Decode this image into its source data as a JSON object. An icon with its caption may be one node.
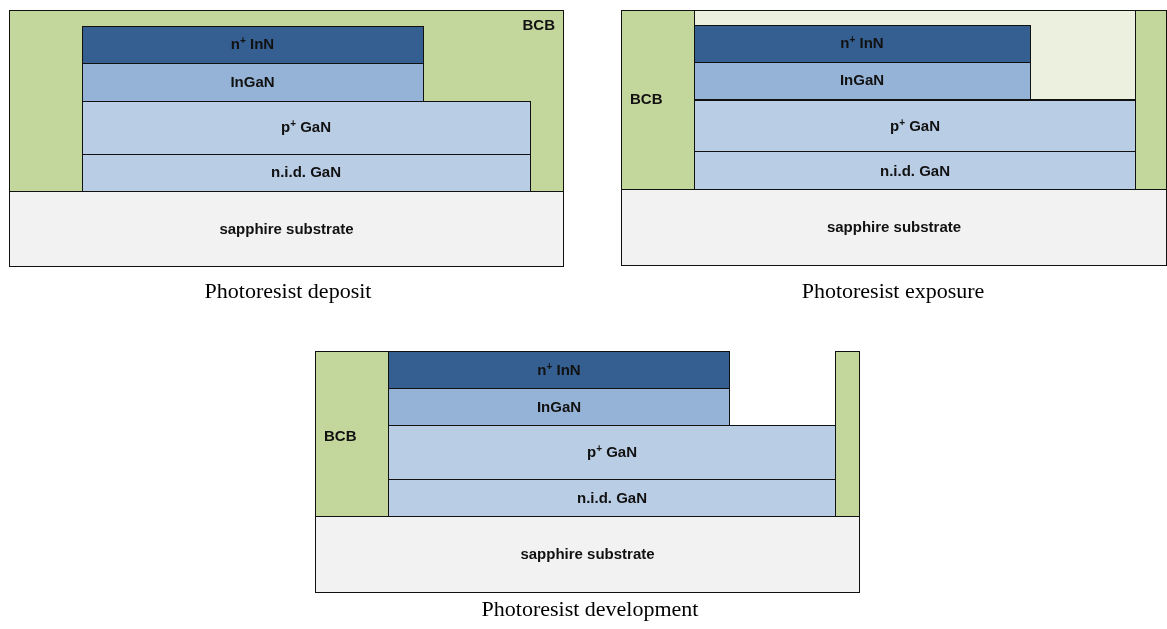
{
  "diagram": {
    "nodes": [
      {
        "text": [
          "BCB"
        ]
      },
      {
        "text": [
          "n$^{+}$ InN"
        ],
        "in": 0
      },
      {
        "text": [
          "InGaN"
        ],
        "in": 0
      },
      {
        "text": [
          "p$^{+}$ GaN"
        ],
        "in": 0
      },
      {
        "text": [
          "n.i.d. GaN"
        ],
        "in": 0
      },
      {
        "text": [
          "sapphire substrate"
        ]
      },
      {
        "text": [
          "BCB"
        ]
      },
      {
        "text": [],
        "shape": "box"
      },
      {
        "text": [
          "n$^{+}$ InN"
        ],
        "in": 7
      },
      {
        "text": [
          "InGaN"
        ],
        "in": 7
      },
      {
        "text": [
          "p$^{+}$ GaN"
        ]
      },
      {
        "text": [
          "n.i.d. GaN"
        ]
      },
      {
        "text": [],
        "shape": "bar"
      },
      {
        "text": [
          "sapphire substrate"
        ]
      },
      {
        "text": [
          "BCB"
        ]
      },
      {
        "text": [
          "n$^{+}$ InN"
        ]
      },
      {
        "text": [
          "InGaN"
        ]
      },
      {
        "text": [
          "p$^{+}$ GaN"
        ]
      },
      {
        "text": [
          "n.i.d. GaN"
        ]
      },
      {
        "text": [],
        "shape": "bar"
      },
      {
        "text": [
          "sapphire substrate"
        ]
      }
    ],
    "labels": [
      "Photoresist deposit",
      "Photoresist exposure",
      "Photoresist development"
    ]
  }
}
